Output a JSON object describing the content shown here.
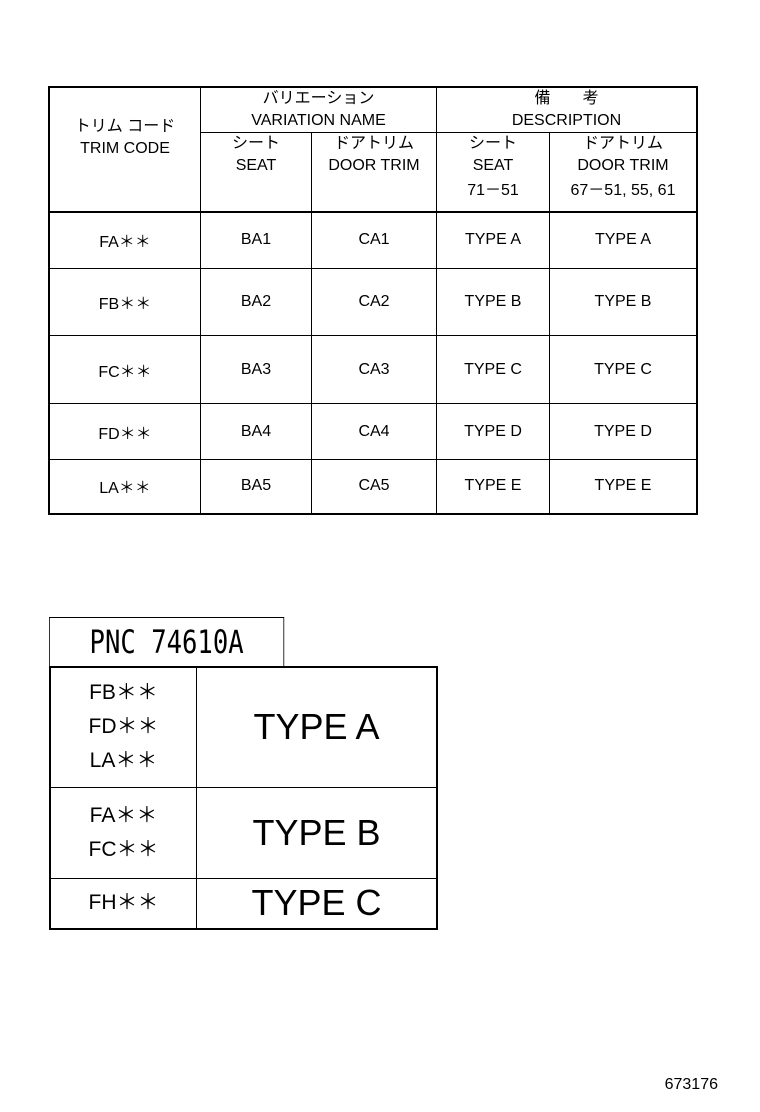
{
  "table": {
    "header": {
      "trim_code_jp": "トリム コード",
      "trim_code": "TRIM CODE",
      "variation_jp": "バリエーション",
      "variation": "VARIATION NAME",
      "desc_jp": "備　　考",
      "desc": "DESCRIPTION",
      "seat_jp": "シート",
      "seat": "SEAT",
      "door_jp": "ドアトリム",
      "door": "DOOR TRIM",
      "seat_ref": "71－51",
      "door_ref": "67－51, 55, 61"
    },
    "rows": [
      {
        "code": "FA＊＊",
        "seat": "BA1",
        "door": "CA1",
        "seat_desc": "TYPE A",
        "door_desc": "TYPE A"
      },
      {
        "code": "FB＊＊",
        "seat": "BA2",
        "door": "CA2",
        "seat_desc": "TYPE B",
        "door_desc": "TYPE B"
      },
      {
        "code": "FC＊＊",
        "seat": "BA3",
        "door": "CA3",
        "seat_desc": "TYPE C",
        "door_desc": "TYPE C"
      },
      {
        "code": "FD＊＊",
        "seat": "BA4",
        "door": "CA4",
        "seat_desc": "TYPE D",
        "door_desc": "TYPE D"
      },
      {
        "code": "LA＊＊",
        "seat": "BA5",
        "door": "CA5",
        "seat_desc": "TYPE E",
        "door_desc": "TYPE E"
      }
    ]
  },
  "pnc": {
    "label": "PNC 74610A",
    "groups": [
      {
        "codes": [
          "FB＊＊",
          "FD＊＊",
          "LA＊＊"
        ],
        "type": "TYPE A"
      },
      {
        "codes": [
          "FA＊＊",
          "FC＊＊"
        ],
        "type": "TYPE B"
      },
      {
        "codes": [
          "FH＊＊"
        ],
        "type": "TYPE C"
      }
    ]
  },
  "figure_number": "673176"
}
